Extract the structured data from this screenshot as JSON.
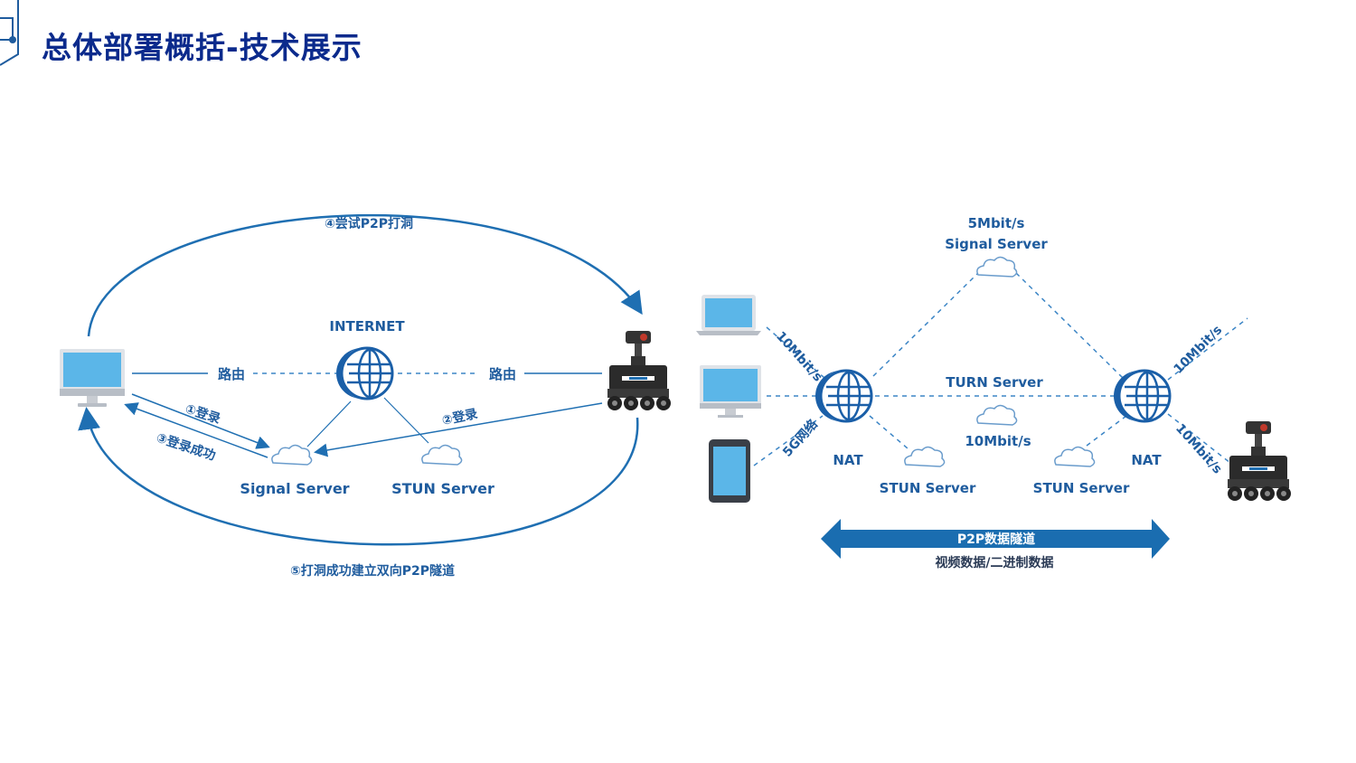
{
  "page": {
    "title": "总体部署概括-技术展示"
  },
  "left": {
    "internet": "INTERNET",
    "route_left": "路由",
    "route_right": "路由",
    "step1": "①登录",
    "step2": "②登录",
    "step3": "③登录成功",
    "step4": "④尝试P2P打洞",
    "step5": "⑤打洞成功建立双向P2P隧道",
    "signal_server": "Signal Server",
    "stun_server": "STUN  Server"
  },
  "right": {
    "signal_rate": "5Mbit/s",
    "signal_server": "Signal  Server",
    "turn_server": "TURN  Server",
    "turn_rate": "10Mbit/s",
    "rate_laptop": "10Mbit/s",
    "rate_5g": "5G网络",
    "nat_left": "NAT",
    "nat_right": "NAT",
    "stun_left": "STUN  Server",
    "stun_right": "STUN  Server",
    "rate_upper_right": "10Mbit/s",
    "rate_lower_right": "10Mbit/s",
    "tunnel_label": "P2P数据隧道",
    "tunnel_caption": "视频数据/二进制数据"
  },
  "colors": {
    "primary": "#1f6fb2",
    "dark_blue": "#0b2a8c",
    "screen": "#5bb6e8",
    "dashed": "#3d86c6"
  }
}
